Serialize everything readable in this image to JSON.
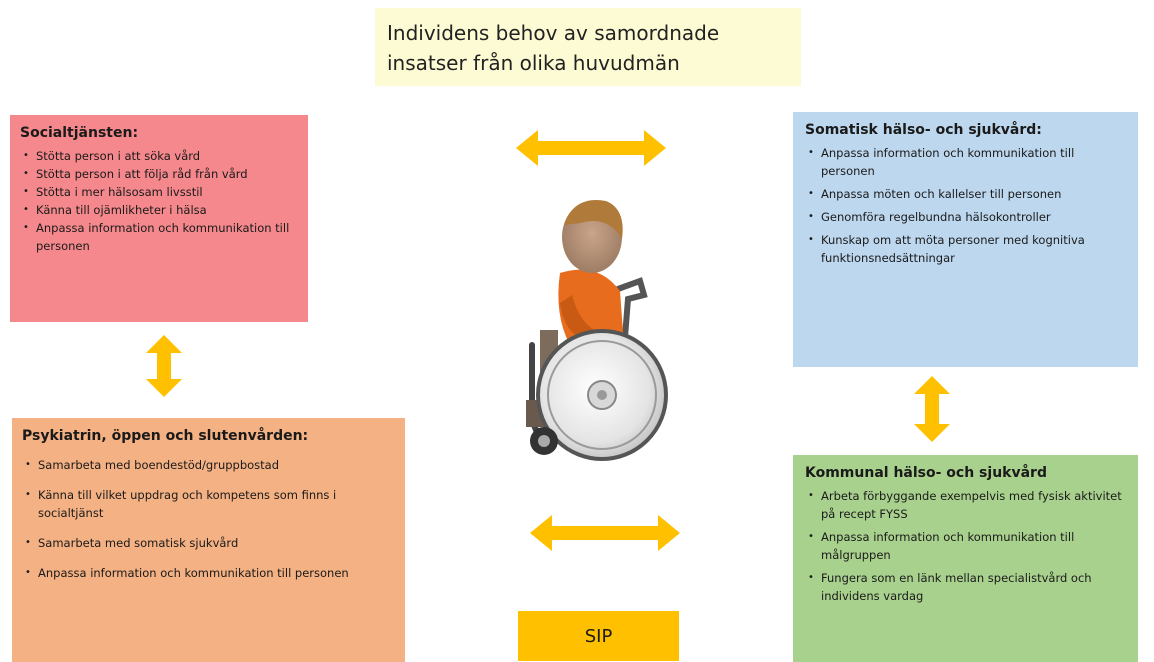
{
  "title": {
    "line1": "Individens behov av samordnade",
    "line2": "insatser från olika huvudmän"
  },
  "socialtjansten": {
    "heading": "Socialtjänsten:",
    "items": [
      "Stötta person i att söka vård",
      "Stötta person i att följa råd från vård",
      "Stötta i mer hälsosam livsstil",
      "Känna till ojämlikheter i hälsa",
      "Anpassa information och kommunikation  till personen"
    ]
  },
  "psykiatrin": {
    "heading": "Psykiatrin,  öppen och slutenvården:",
    "items": [
      "Samarbeta med boendestöd/gruppbostad",
      "Känna till vilket uppdrag och kompetens  som finns i socialtjänst",
      "Samarbeta med somatisk sjukvård",
      "Anpassa information och kommunikation  till personen"
    ]
  },
  "somatisk": {
    "heading": "Somatisk hälso- och sjukvård:",
    "items": [
      "Anpassa information och kommunikation  till personen",
      "Anpassa möten och kallelser till personen",
      "Genomföra regelbundna hälsokontroller",
      "Kunskap om att möta personer med kognitiva funktionsnedsättningar"
    ]
  },
  "kommunal": {
    "heading": "Kommunal hälso- och sjukvård",
    "items": [
      "Arbeta  förbyggande exempelvis med fysisk aktivitet på recept  FYSS",
      "Anpassa information och kommunikation  till målgruppen",
      "Fungera som en länk mellan specialistvård och individens vardag"
    ]
  },
  "sip": {
    "label": "SIP"
  },
  "colors": {
    "arrow": "#ffc000",
    "title_bg": "#fdfbd3",
    "social_bg": "#f4888c",
    "psych_bg": "#f4b183",
    "somatic_bg": "#bdd7ee",
    "kommunal_bg": "#a9d18e"
  },
  "icons": [
    "person-in-wheelchair-icon",
    "double-arrow-horizontal-icon",
    "double-arrow-vertical-icon"
  ]
}
